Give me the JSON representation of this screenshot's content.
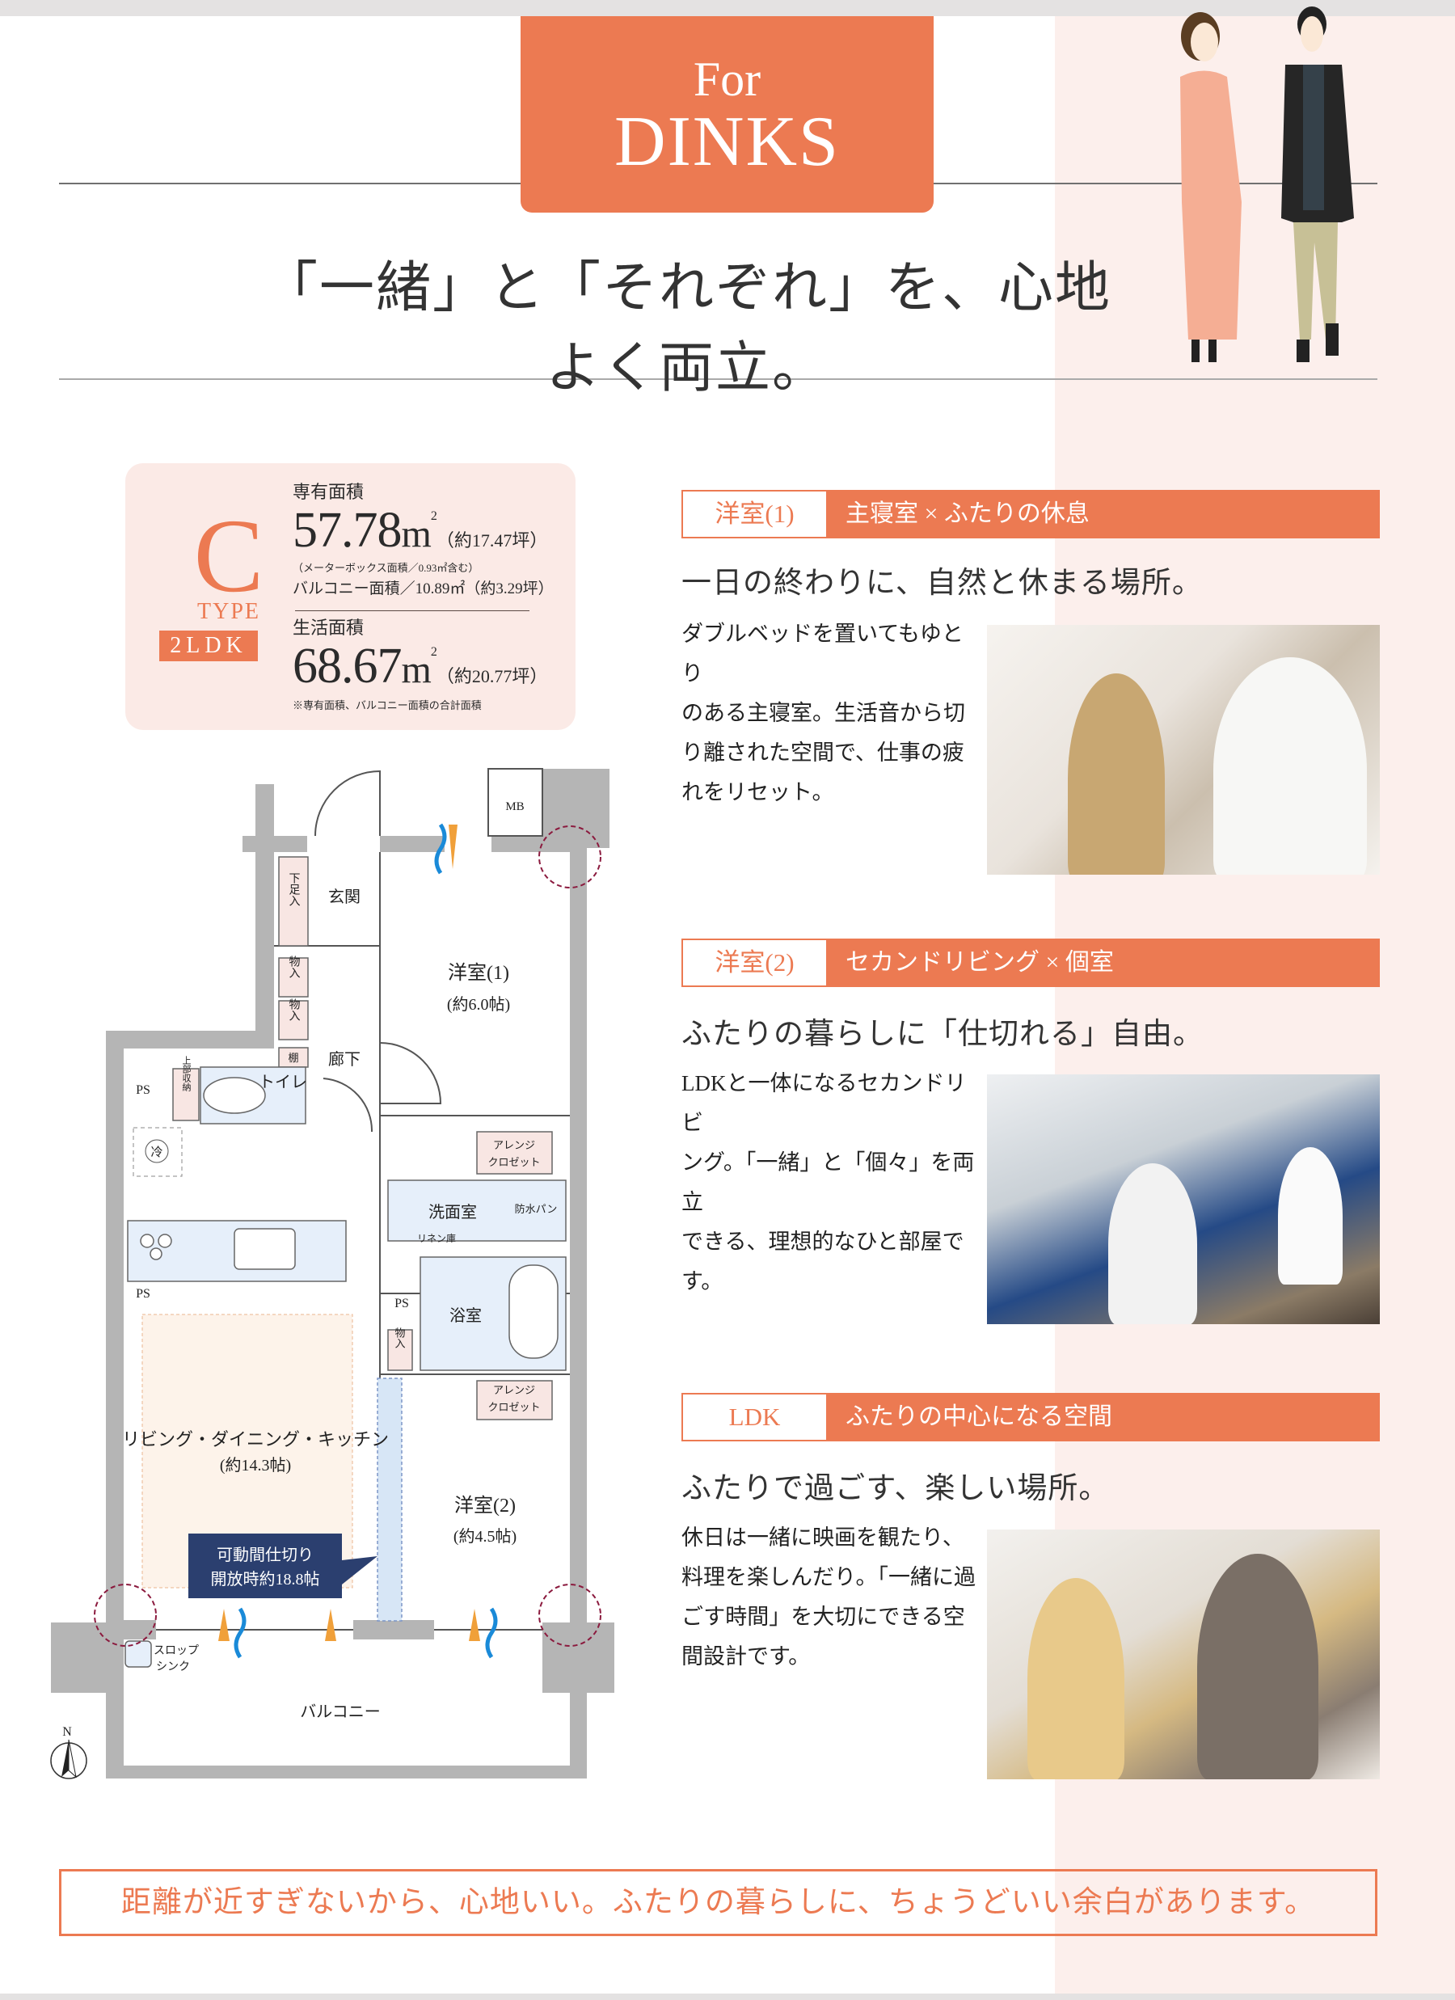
{
  "header": {
    "tab_for": "For",
    "tab_dinks": "DINKS",
    "headline": "「一緒」と「それぞれ」を、心地よく両立。"
  },
  "spec": {
    "type_letter": "C",
    "type_word": "TYPE",
    "layout": "2LDK",
    "private_area_label": "専有面積",
    "private_area_value": "57.78",
    "unit": "m",
    "unit_sup": "2",
    "private_area_tsubo": "（約17.47坪）",
    "meter_box_note": "（メーターボックス面積／0.93㎡含む）",
    "balcony_area": "バルコニー面積／10.89㎡（約3.29坪）",
    "living_area_label": "生活面積",
    "living_area_value": "68.67",
    "living_area_tsubo": "（約20.77坪）",
    "living_area_note": "※専有面積、バルコニー面積の合計面積"
  },
  "floor_plan": {
    "mb": "MB",
    "genkan": "玄関",
    "getabako": "下足入",
    "storage": "物入",
    "shelf": "棚",
    "upper_storage": "上部収納",
    "corridor": "廊下",
    "toilet": "トイレ",
    "ps": "PS",
    "fridge": "冷",
    "western1": "洋室(1)",
    "western1_size": "(約6.0帖)",
    "arrange_closet_1": "アレンジ",
    "arrange_closet_2": "クロゼット",
    "washroom": "洗面室",
    "waterproof_pan": "防水パン",
    "linen": "リネン庫",
    "bath": "浴室",
    "ldk": "リビング・ダイニング・キッチン",
    "ldk_size": "(約14.3帖)",
    "western2": "洋室(2)",
    "western2_size": "(約4.5帖)",
    "callout_line1": "可動間仕切り",
    "callout_line2": "開放時約18.8帖",
    "slop_sink_1": "スロップ",
    "slop_sink_2": "シンク",
    "balcony": "バルコニー",
    "north": "N"
  },
  "sections": [
    {
      "label": "洋室(1)",
      "caption": "主寝室 × ふたりの休息",
      "subhead": "一日の終わりに、自然と休まる場所。",
      "body": [
        "ダブルベッドを置いてもゆとり",
        "のある主寝室。生活音から切",
        "り離された空間で、仕事の疲",
        "れをリセット。"
      ]
    },
    {
      "label": "洋室(2)",
      "caption": "セカンドリビング × 個室",
      "subhead": "ふたりの暮らしに「仕切れる」自由。",
      "body": [
        "LDKと一体になるセカンドリビ",
        "ング。「一緒」と「個々」を両立",
        "できる、理想的なひと部屋で",
        "す。"
      ]
    },
    {
      "label": "LDK",
      "caption": "ふたりの中心になる空間",
      "subhead": "ふたりで過ごす、楽しい場所。",
      "body": [
        "休日は一緒に映画を観たり、",
        "料理を楽しんだり。「一緒に過",
        "ごす時間」を大切にできる空",
        "間設計です。"
      ]
    }
  ],
  "banner": "距離が近すぎないから、心地いい。ふたりの暮らしに、ちょうどいい余白があります。",
  "colors": {
    "accent": "#ec7a52",
    "pink_bg": "#fcefec",
    "callout_navy": "#2b3f6f",
    "wall_gray": "#b5b5b5"
  }
}
